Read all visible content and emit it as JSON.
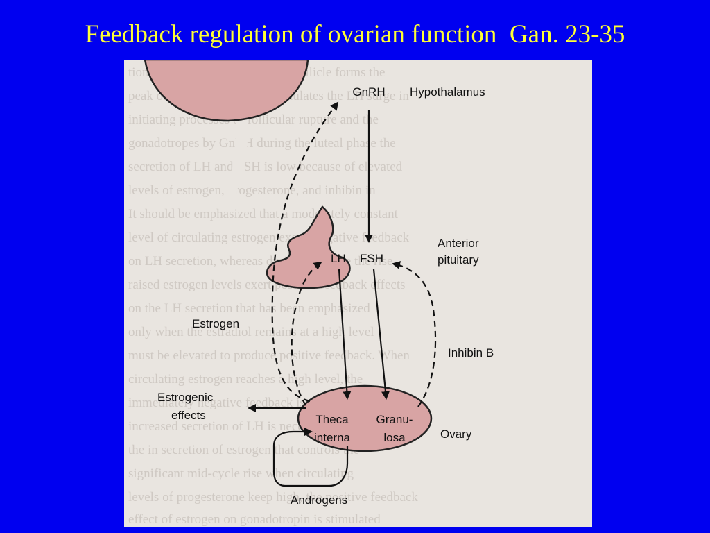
{
  "slide": {
    "title": "Feedback regulation of ovarian function  Gan. 23-35",
    "colors": {
      "background": "#0000f0",
      "title": "#ffff33",
      "organ_fill": "#d8a4a4",
      "paper": "#e9e5e0"
    }
  },
  "diagram": {
    "nodes": {
      "gnrh": "GnRH",
      "hypothalamus": "Hypothalamus",
      "lh": "LH",
      "fsh": "FSH",
      "anterior_pituitary_line1": "Anterior",
      "anterior_pituitary_line2": "pituitary",
      "theca_line1": "Theca",
      "theca_line2": "interna",
      "granulosa_line1": "Granu-",
      "granulosa_line2": "losa",
      "ovary": "Ovary"
    },
    "edges": {
      "estrogen": "Estrogen",
      "inhibin_b": "Inhibin B",
      "estrogenic_effects_line1": "Estrogenic",
      "estrogenic_effects_line2": "effects",
      "androgens": "Androgens"
    }
  }
}
